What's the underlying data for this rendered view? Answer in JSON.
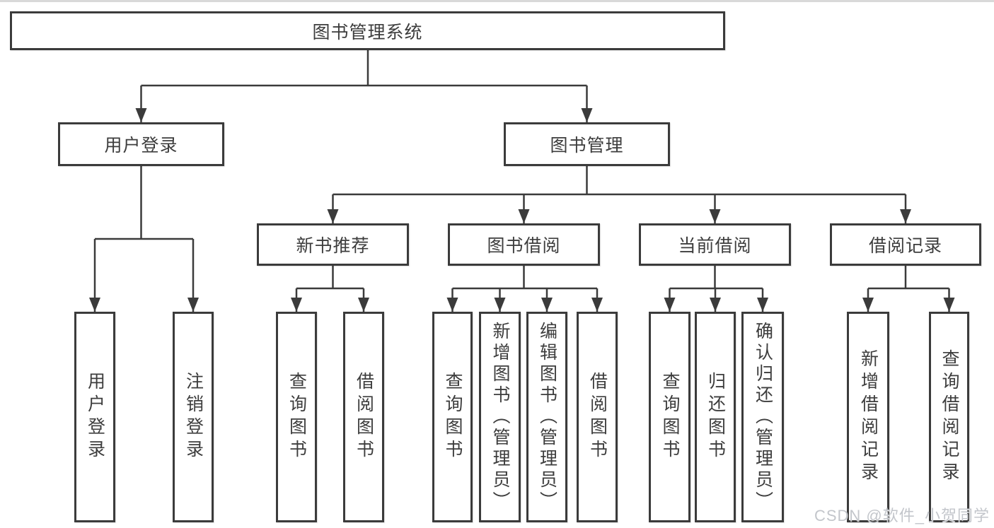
{
  "tree": {
    "root": {
      "label": "图书管理系统",
      "children": [
        {
          "label": "用户登录",
          "children": [
            {
              "label": "用户登录"
            },
            {
              "label": "注销登录"
            }
          ]
        },
        {
          "label": "图书管理",
          "children": [
            {
              "label": "新书推荐",
              "children": [
                {
                  "label": "查询图书"
                },
                {
                  "label": "借阅图书"
                }
              ]
            },
            {
              "label": "图书借阅",
              "children": [
                {
                  "label": "查询图书"
                },
                {
                  "label": "新增图书（管理员）"
                },
                {
                  "label": "编辑图书（管理员）"
                },
                {
                  "label": "借阅图书"
                }
              ]
            },
            {
              "label": "当前借阅",
              "children": [
                {
                  "label": "查询图书"
                },
                {
                  "label": "归还图书"
                },
                {
                  "label": "确认归还（管理员）"
                }
              ]
            },
            {
              "label": "借阅记录",
              "children": [
                {
                  "label": "新增借阅记录"
                },
                {
                  "label": "查询借阅记录"
                }
              ]
            }
          ]
        }
      ]
    }
  },
  "watermark": {
    "text": "CSDN @软件_小贺同学",
    "color": "#c3c6cb"
  },
  "colors": {
    "line": "#3b3b3b",
    "text": "#3d3d3d",
    "box_background": "#ffffff",
    "page_background": "#ffffff"
  }
}
